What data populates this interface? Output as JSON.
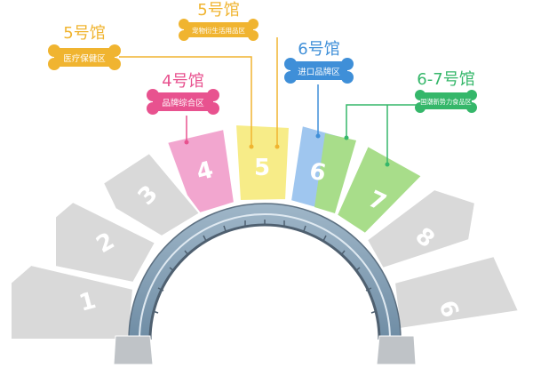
{
  "map": {
    "halls": [
      {
        "number": "1",
        "color": "#d9d9d9"
      },
      {
        "number": "2",
        "color": "#d9d9d9"
      },
      {
        "number": "3",
        "color": "#d9d9d9"
      },
      {
        "number": "4",
        "color": "#f2a6cf"
      },
      {
        "number": "5",
        "color": "#f7ec88"
      },
      {
        "number": "6",
        "color": "#9fc6ef"
      },
      {
        "number": "7",
        "color": "#a8dd8a"
      },
      {
        "number": "8",
        "color": "#d9d9d9"
      },
      {
        "number": "6",
        "color": "#d9d9d9"
      }
    ],
    "labels": [
      {
        "title": "5号馆",
        "zone": "宠物衍生活用品区",
        "color": "#f0b430"
      },
      {
        "title": "5号馆",
        "zone": "医疗保健区",
        "color": "#f0b430"
      },
      {
        "title": "4号馆",
        "zone": "品牌综合区",
        "color": "#e8528f"
      },
      {
        "title": "6号馆",
        "zone": "进口品牌区",
        "color": "#3f8fd8"
      },
      {
        "title": "6-7号馆",
        "zone": "国潮新势力食品区",
        "color": "#35b76a"
      }
    ]
  }
}
